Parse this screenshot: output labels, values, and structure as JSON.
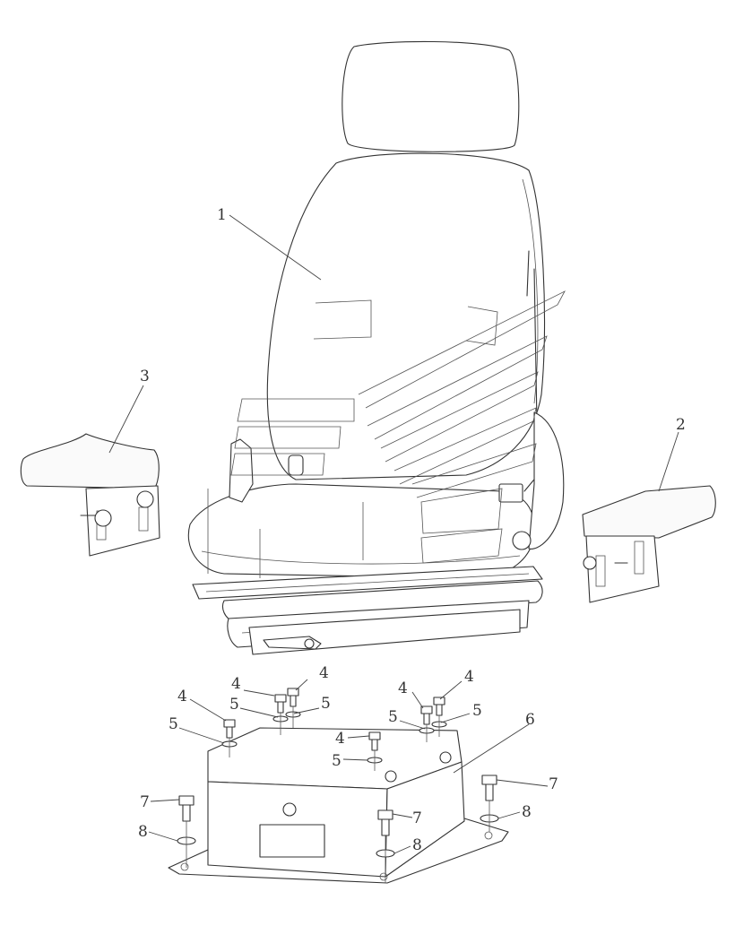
{
  "callouts": [
    {
      "id": "seat",
      "label": "1"
    },
    {
      "id": "armrest-right",
      "label": "2"
    },
    {
      "id": "armrest-left",
      "label": "3"
    },
    {
      "id": "bolt-a1",
      "label": "4"
    },
    {
      "id": "bolt-a2",
      "label": "4"
    },
    {
      "id": "bolt-a3",
      "label": "4"
    },
    {
      "id": "bolt-b1",
      "label": "4"
    },
    {
      "id": "bolt-b2",
      "label": "4"
    },
    {
      "id": "bolt-c",
      "label": "4"
    },
    {
      "id": "washer-a1",
      "label": "5"
    },
    {
      "id": "washer-a2",
      "label": "5"
    },
    {
      "id": "washer-a3",
      "label": "5"
    },
    {
      "id": "washer-b1",
      "label": "5"
    },
    {
      "id": "washer-b2",
      "label": "5"
    },
    {
      "id": "washer-c",
      "label": "5"
    },
    {
      "id": "base-box",
      "label": "6"
    },
    {
      "id": "bolt-l",
      "label": "7"
    },
    {
      "id": "bolt-m",
      "label": "7"
    },
    {
      "id": "bolt-r",
      "label": "7"
    },
    {
      "id": "washer-l",
      "label": "8"
    },
    {
      "id": "washer-m",
      "label": "8"
    },
    {
      "id": "washer-r",
      "label": "8"
    }
  ]
}
